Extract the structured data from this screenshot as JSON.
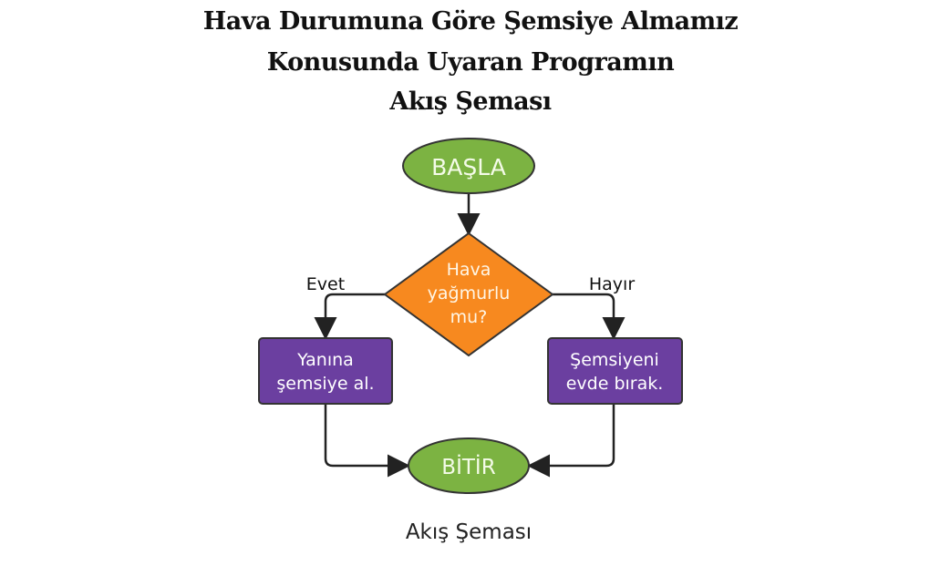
{
  "title_lines": [
    "Hava Durumuna Göre Şemsiye Almamız",
    "Konusunda Uyaran Programın",
    "Akış Şeması"
  ],
  "nodes": {
    "start": "BAŞLA",
    "decision": [
      "Hava",
      "yağmurlu",
      "mu?"
    ],
    "yes_action": [
      "Yanına",
      "şemsiye al."
    ],
    "no_action": [
      "Şemsiyeni",
      "evde bırak."
    ],
    "end": "BİTİR"
  },
  "edges": {
    "yes": "Evet",
    "no": "Hayır"
  },
  "caption": "Akış Şeması",
  "colors": {
    "terminal": "#7cb342",
    "decision": "#f7891f",
    "process": "#6b3fa0",
    "line": "#222222"
  }
}
